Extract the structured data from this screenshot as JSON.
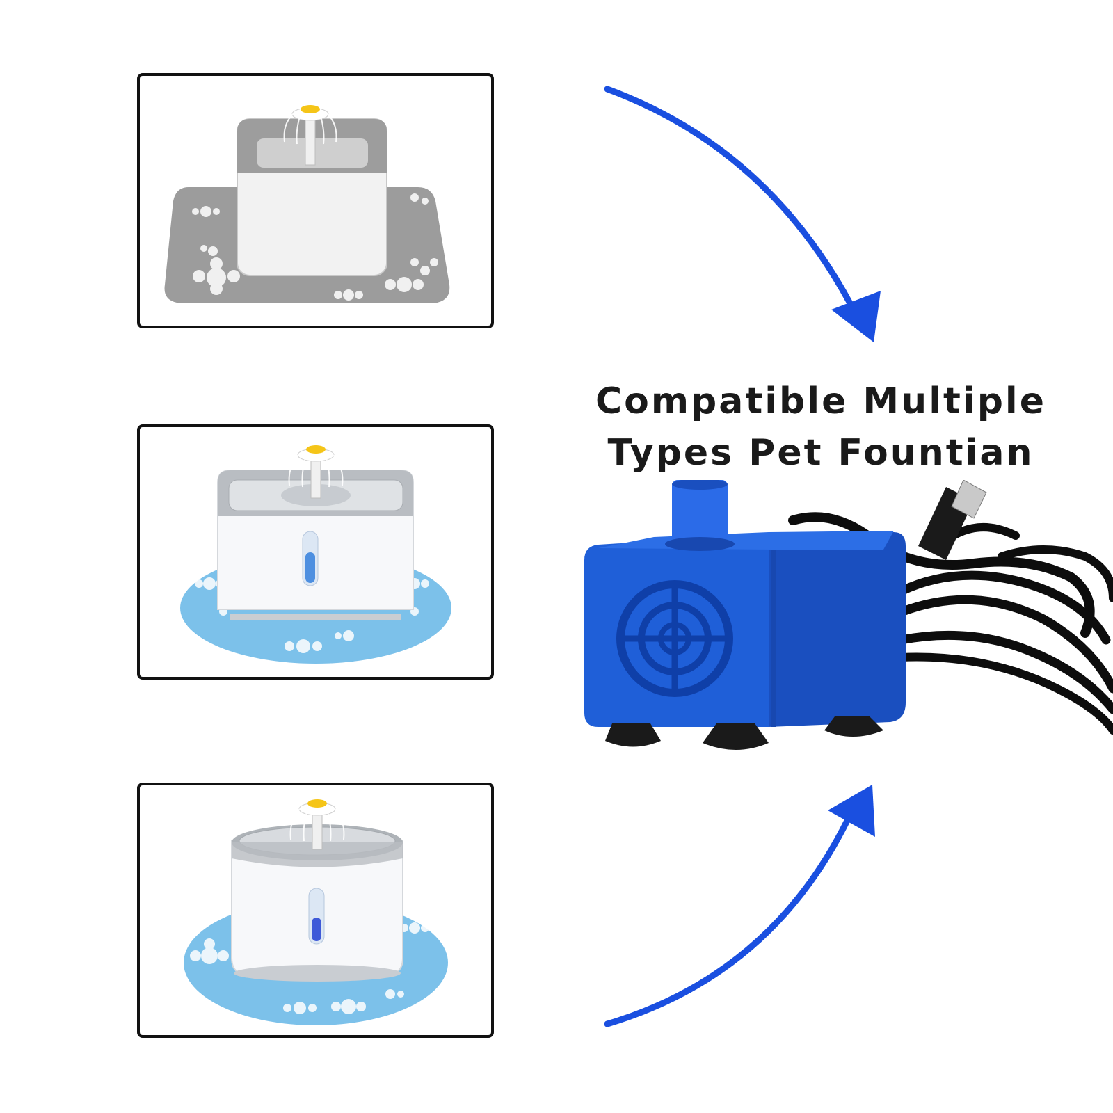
{
  "headline": {
    "line1": "Compatible Multiple",
    "line2": "Types Pet Fountian"
  },
  "colors": {
    "arrow": "#1a4fe0",
    "pump_blue": "#1f5fd8",
    "frame_border": "#111111",
    "mat_gray": "#9a9a9a",
    "mat_blue": "#7cc1ea",
    "flower_yellow": "#f5c518"
  },
  "icons": {
    "arrow_top": "curved-arrow-down-right",
    "arrow_bottom": "curved-arrow-up-right"
  },
  "fountains": [
    {
      "name": "square-plastic-fountain",
      "mat": "gray"
    },
    {
      "name": "rectangular-steel-top-fountain",
      "mat": "blue"
    },
    {
      "name": "round-steel-top-fountain",
      "mat": "blue"
    }
  ]
}
